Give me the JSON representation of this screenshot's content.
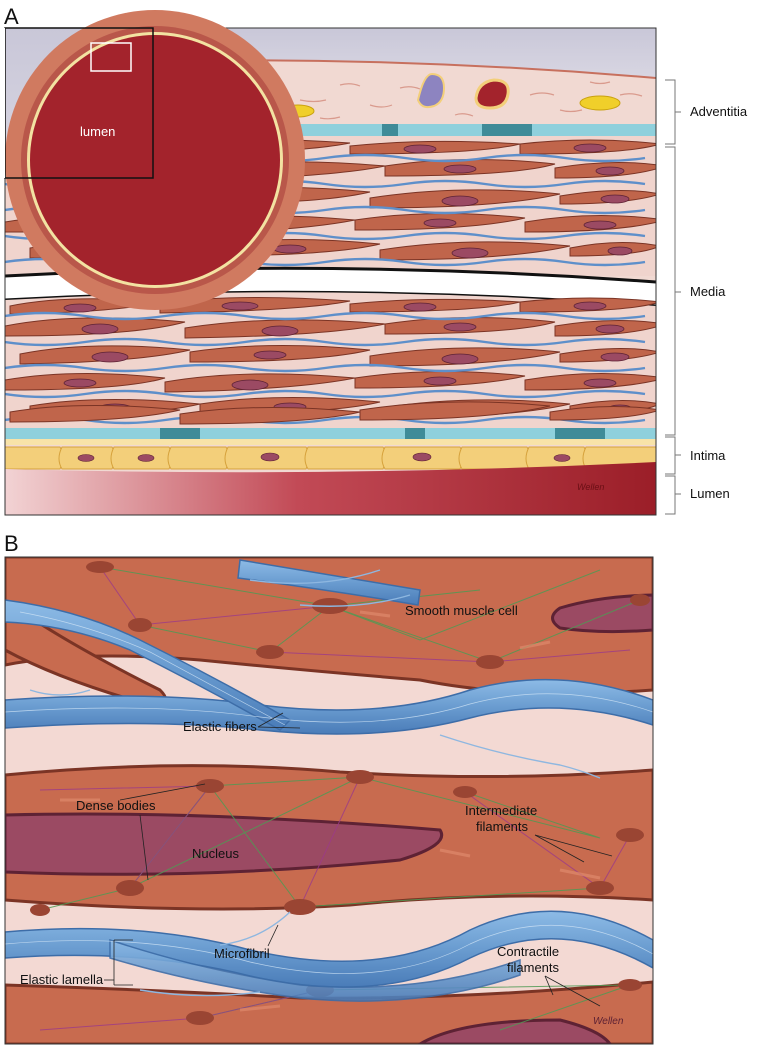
{
  "figure": {
    "panel_a": {
      "letter": "A",
      "inset_label": "lumen",
      "layers": [
        "Adventitia",
        "Media",
        "Intima",
        "Lumen"
      ],
      "signature": "Wellen"
    },
    "panel_b": {
      "letter": "B",
      "labels": {
        "smooth_muscle_cell": "Smooth muscle cell",
        "elastic_fibers": "Elastic fibers",
        "dense_bodies": "Dense bodies",
        "nucleus": "Nucleus",
        "intermediate_filaments_1": "Intermediate",
        "intermediate_filaments_2": "filaments",
        "microfibril": "Microfibril",
        "elastic_lamella": "Elastic lamella",
        "contractile_filaments_1": "Contractile",
        "contractile_filaments_2": "filaments"
      },
      "signature": "Wellen"
    }
  },
  "colors": {
    "background_tissue": "#f3d9d3",
    "muscle_cell": "#c86b4f",
    "muscle_cell_dark": "#8a3d2c",
    "nucleus": "#9b4a63",
    "elastic_fiber": "#6a9cd0",
    "elastic_fiber_dark": "#3d6da8",
    "lumen": "#a3232c",
    "lamina": "#8fd0dc",
    "endothelium": "#f3cf7a",
    "dense_body": "#9a4533"
  }
}
